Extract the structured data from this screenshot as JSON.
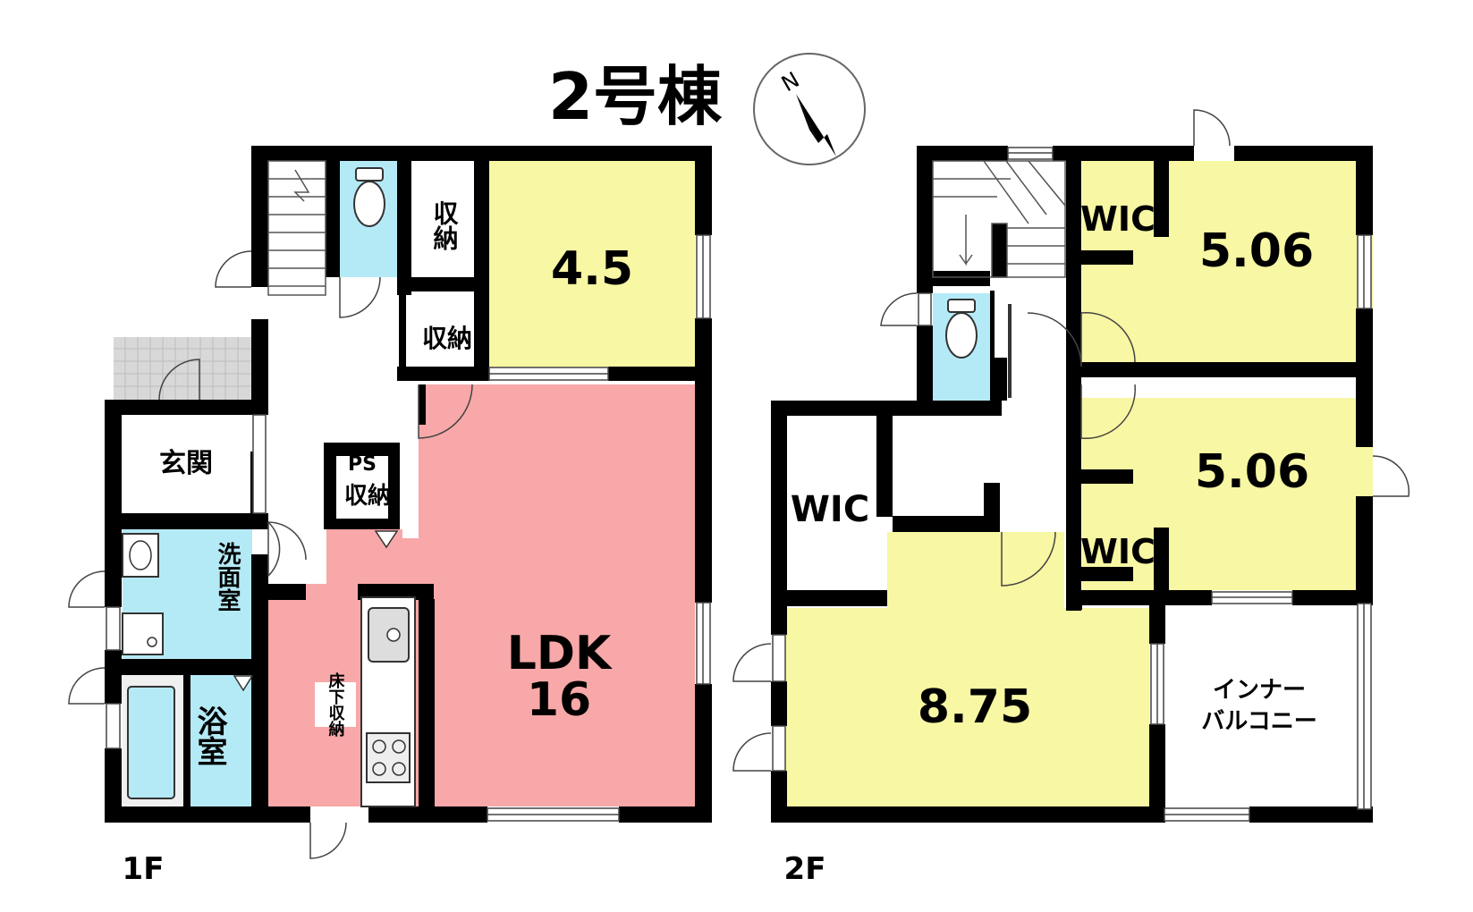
{
  "title": "2号棟",
  "compass": {
    "north_letter": "N"
  },
  "floor1": {
    "label": "1F",
    "rooms": {
      "western": "4.5",
      "ldk_name": "LDK",
      "ldk_size": "16",
      "storage_top": "収納",
      "storage_mid": "収納",
      "ps": "PS",
      "storage_ps": "収納",
      "entrance": "玄関",
      "washroom": "洗面室",
      "bath": "浴室",
      "underfloor": "床下収納"
    },
    "colors": {
      "western": "#f8f7a3",
      "ldk": "#f8a8a8",
      "wet": "#b4eaf6",
      "tile": "#d8d8d8"
    }
  },
  "floor2": {
    "label": "2F",
    "rooms": {
      "bed_top": "5.06",
      "bed_mid": "5.06",
      "bed_main": "8.75",
      "wic_top": "WIC",
      "wic_mid": "WIC",
      "wic_left": "WIC",
      "balcony_1": "インナー",
      "balcony_2": "バルコニー"
    },
    "colors": {
      "bedroom": "#f8f7a3",
      "wet": "#b4eaf6"
    }
  }
}
